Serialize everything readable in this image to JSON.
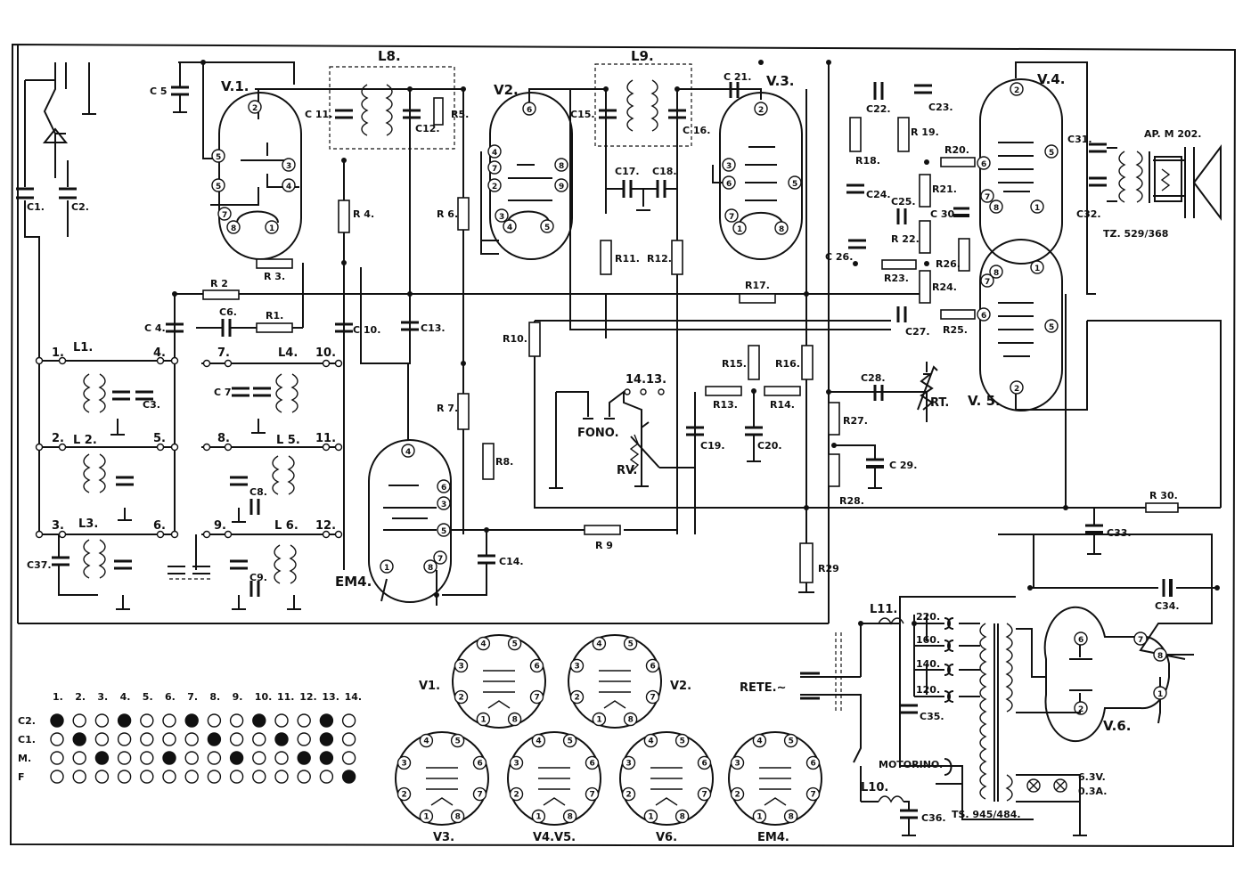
{
  "tubes": {
    "v1": "V.1.",
    "v2": "V2.",
    "v3": "V.3.",
    "v4": "V.4.",
    "v5": "V. 5.",
    "v6": "V.6.",
    "em4": "EM4."
  },
  "inductors": {
    "l1": "L1.",
    "l2": "L 2.",
    "l3": "L3.",
    "l4": "L4.",
    "l5": "L 5.",
    "l6": "L 6.",
    "l8": "L8.",
    "l9": "L9.",
    "l10": "L10.",
    "l11": "L11."
  },
  "capacitors": {
    "c1": "C1.",
    "c2": "C2.",
    "c3": "C3.",
    "c4": "C 4.",
    "c5": "C 5",
    "c6": "C6.",
    "c7": "C 7",
    "c8": "C8.",
    "c9": "C9.",
    "c10": "C 10.",
    "c11": "C 11.",
    "c12": "C12.",
    "c13": "C13.",
    "c14": "C14.",
    "c15": "C15.",
    "c16": "C 16.",
    "c17": "C17.",
    "c18": "C18.",
    "c19": "C19.",
    "c20": "C20.",
    "c21": "C 21.",
    "c22": "C22.",
    "c23": "C23.",
    "c24": "C24.",
    "c25": "C25.",
    "c26": "C 26.",
    "c27": "C27.",
    "c28": "C28.",
    "c29": "C 29.",
    "c30": "C 30.",
    "c31": "C31.",
    "c32": "C32.",
    "c33": "C33.",
    "c34": "C34.",
    "c35": "C35.",
    "c36": "C36.",
    "c37": "C37."
  },
  "resistors": {
    "r1": "R1.",
    "r2": "R 2",
    "r3": "R 3.",
    "r4": "R 4.",
    "r5": "R5.",
    "r6": "R 6.",
    "r7": "R 7.",
    "r8": "R8.",
    "r9": "R 9",
    "r10": "R10.",
    "r11": "R11.",
    "r12": "R12.",
    "r13": "R13.",
    "r14": "R14.",
    "r15": "R15.",
    "r16": "R16.",
    "r17": "R17.",
    "r18": "R18.",
    "r19": "R 19.",
    "r20": "R20.",
    "r21": "R21.",
    "r22": "R 22.",
    "r23": "R23.",
    "r24": "R24.",
    "r25": "R25.",
    "r26": "R26.",
    "r27": "R27.",
    "r28": "R28.",
    "r29": "R29",
    "r30": "R 30.",
    "rv": "RV.",
    "rt": "RT."
  },
  "labels": {
    "speaker": "AP. M 202.",
    "output_transformer": "TZ. 529/368",
    "mains_transformer": "TS. 945/484.",
    "phono": "FONO.",
    "mains": "RETE.∼",
    "motor": "MOTORINO.",
    "switch_1413": "14.13.",
    "heater_v": "6.3V.",
    "heater_a": "0.3A.",
    "tap_220": "220.",
    "tap_160": "160.",
    "tap_140": "140.",
    "tap_120": "120."
  },
  "bands": [
    "1.",
    "2.",
    "3.",
    "4.",
    "5.",
    "6.",
    "7.",
    "8.",
    "9.",
    "10.",
    "11.",
    "12."
  ],
  "switch_table": {
    "columns": [
      "1.",
      "2.",
      "3.",
      "4.",
      "5.",
      "6.",
      "7.",
      "8.",
      "9.",
      "10.",
      "11.",
      "12.",
      "13.",
      "14."
    ],
    "rows": [
      {
        "label": "C2.",
        "states": [
          1,
          0,
          0,
          1,
          0,
          0,
          1,
          0,
          0,
          1,
          0,
          0,
          1,
          0
        ]
      },
      {
        "label": "C1.",
        "states": [
          0,
          1,
          0,
          0,
          0,
          0,
          0,
          1,
          0,
          0,
          1,
          0,
          1,
          0
        ]
      },
      {
        "label": "M.",
        "states": [
          0,
          0,
          1,
          0,
          0,
          1,
          0,
          0,
          1,
          0,
          0,
          1,
          1,
          0
        ]
      },
      {
        "label": "F",
        "states": [
          0,
          0,
          0,
          0,
          0,
          0,
          0,
          0,
          0,
          0,
          0,
          0,
          0,
          1
        ]
      }
    ]
  },
  "socket_views": [
    {
      "label": "V1.",
      "pins": [
        "1",
        "2",
        "3",
        "4",
        "5",
        "6",
        "7",
        "8"
      ]
    },
    {
      "label": "V2.",
      "pins": [
        "1",
        "2",
        "3",
        "4",
        "5",
        "6",
        "7",
        "8"
      ]
    },
    {
      "label": "V3.",
      "pins": [
        "1",
        "2",
        "3",
        "4",
        "5",
        "6",
        "7",
        "8"
      ]
    },
    {
      "label": "V4.V5.",
      "pins": [
        "1",
        "2",
        "3",
        "4",
        "5",
        "6",
        "7",
        "8"
      ]
    },
    {
      "label": "V6.",
      "pins": [
        "1",
        "2",
        "3",
        "4",
        "5",
        "6",
        "7",
        "8"
      ]
    },
    {
      "label": "EM4.",
      "pins": [
        "1",
        "2",
        "3",
        "4",
        "5",
        "6",
        "7",
        "8"
      ]
    }
  ]
}
